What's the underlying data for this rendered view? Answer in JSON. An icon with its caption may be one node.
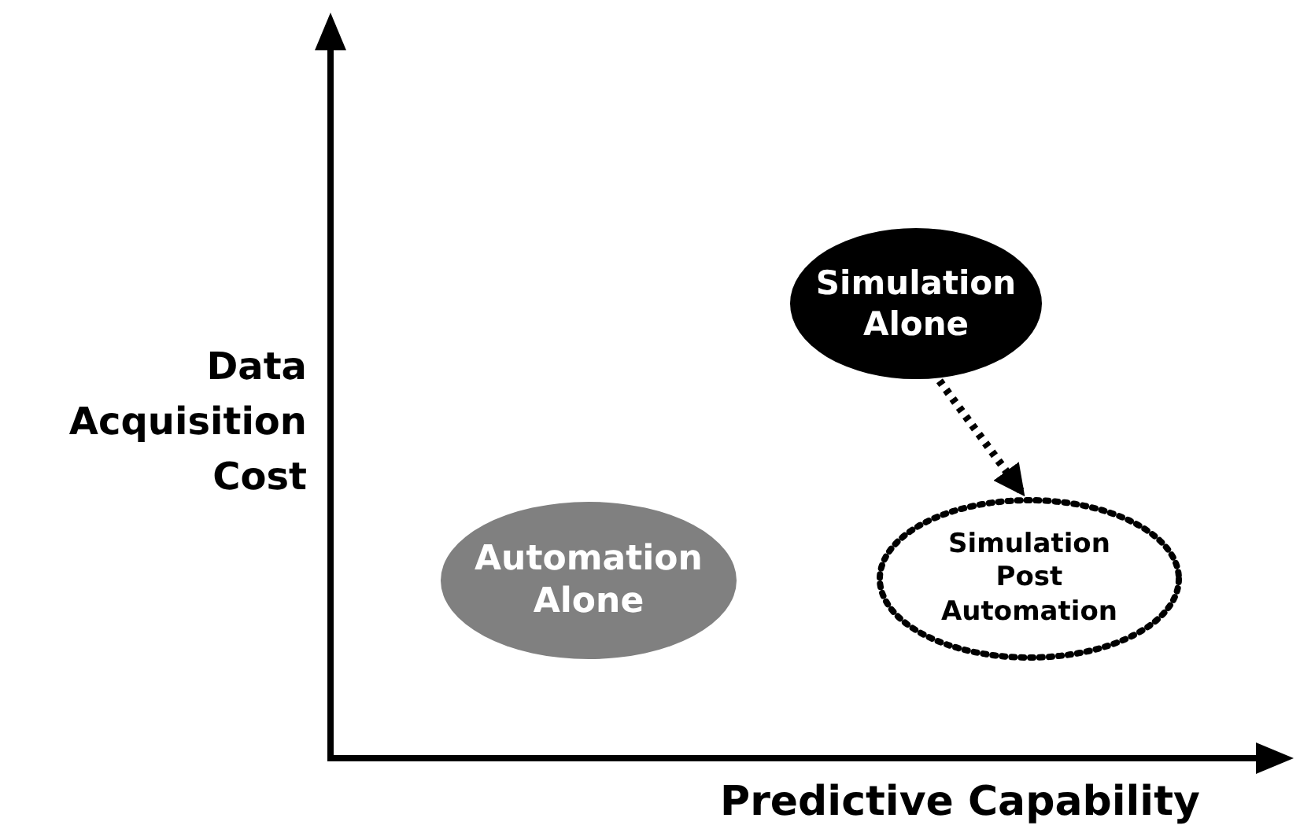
{
  "diagram": {
    "nodes": [
      {
        "text": [
          "Simulation Alone"
        ]
      },
      {
        "text": [
          "Automation Alone"
        ]
      },
      {
        "text": [
          "Simulation Post Automation"
        ]
      }
    ],
    "edges": [
      {
        "from": 0,
        "to": 2,
        "arrow": "to",
        "style": "dashed"
      }
    ],
    "labels": [
      "Data Acquisition Cost",
      "Predictive Capability"
    ]
  }
}
